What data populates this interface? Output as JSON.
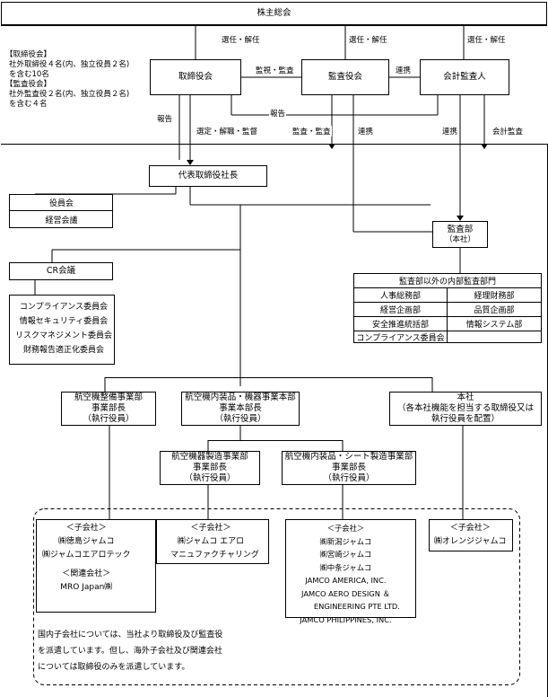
{
  "top": {
    "shareholders": "株主総会"
  },
  "board": "取締役会",
  "audit_board": "監査役会",
  "accounting_auditor": "会計監査人",
  "labels": {
    "elect1": "選任・解任",
    "elect2": "選任・解任",
    "elect3": "選任・解任",
    "monitor": "監視・監査",
    "coop": "連携",
    "report_left": "報告",
    "report_mid": "報告",
    "appoint": "選定・解職・監督",
    "audit": "監査・監査",
    "coop2": "連携",
    "coop3": "連携",
    "acct_audit": "会計監査"
  },
  "board_info": {
    "h1": "【取締役会】",
    "l1": "社外取締役４名(内、独立役員２名)",
    "l2": "を含む10名",
    "h2": "【監査役会】",
    "l3": "社外監査役２名(内、独立役員２名)",
    "l4": "を含む４名"
  },
  "president": "代表取締役社長",
  "officers": "役員会",
  "mgmt_meeting": "経営会議",
  "cr": "CR会議",
  "committees": [
    "コンプライアンス委員会",
    "情報セキュリティ委員会",
    "リスクマネジメント委員会",
    "財務報告適正化委員会"
  ],
  "audit_dept": {
    "l1": "監査部",
    "l2": "（本社）"
  },
  "internal_audit": {
    "title": "監査部以外の内部監査部門",
    "cells": [
      "人事総務部",
      "経理財務部",
      "経営企画部",
      "品質企画部",
      "安全推進統括部",
      "情報システム部"
    ],
    "last": "コンプライアンス委員会"
  },
  "divisions": {
    "maint": [
      "航空機整備事業部",
      "事業部長",
      "（執行役員）"
    ],
    "interior": [
      "航空機内装品・機器事業本部",
      "事業本部長",
      "（執行役員）"
    ],
    "hq": [
      "本社",
      "（各本社機能を担当する取締役又は",
      "執行役員を配置）"
    ],
    "mfg": [
      "航空機器製造事業部",
      "事業部長",
      "（執行役員）"
    ],
    "seat": [
      "航空機内装品・シート製造事業部",
      "事業部長",
      "（執行役員）"
    ]
  },
  "subs": {
    "g1_head": "＜子会社＞",
    "g1": [
      "㈱徳島ジャムコ",
      "㈱ジャムコエアロテック"
    ],
    "g1_rel_head": "＜関連会社＞",
    "g1_rel": [
      "MRO Japan㈱"
    ],
    "g2_head": "＜子会社＞",
    "g2": [
      "㈱ジャムコ エアロ",
      "　マニュファクチャリング"
    ],
    "g3_head": "＜子会社＞",
    "g3": [
      "㈱新潟ジャムコ",
      "㈱宮崎ジャムコ",
      "㈱中条ジャムコ",
      "JAMCO AMERICA, INC.",
      "JAMCO AERO DESIGN ＆",
      "　　　ENGINEERING PTE LTD.",
      "JAMCO PHILIPPINES, INC."
    ],
    "g4_head": "＜子会社＞",
    "g4": [
      "㈱オレンジジャムコ"
    ]
  },
  "note": [
    "国内子会社については、当社より取締役及び監査役",
    "を派遣しています。但し、海外子会社及び関連会社",
    "については取締役のみを派遣しています。"
  ]
}
